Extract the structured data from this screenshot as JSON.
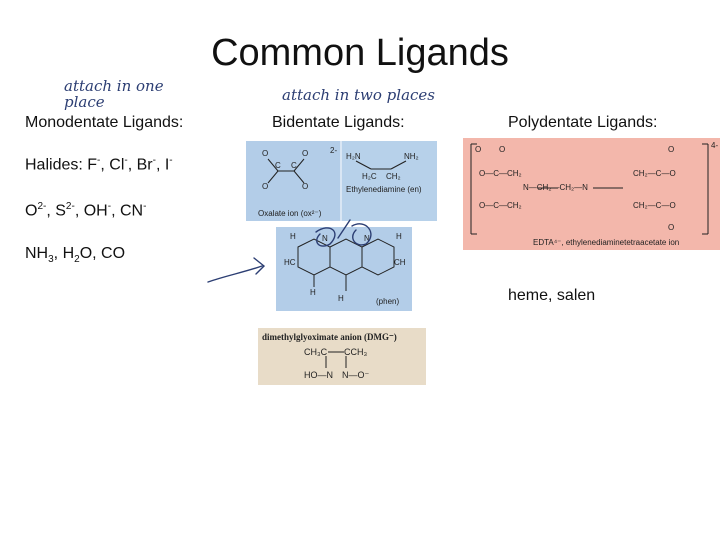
{
  "slide": {
    "title": "Common Ligands",
    "headers": {
      "mono": "Monodentate Ligands:",
      "bi": "Bidentate Ligands:",
      "poly": "Polydentate Ligands:"
    },
    "notes": {
      "mono": "attach in one place",
      "bi": "attach in two places"
    },
    "mono_lines": {
      "halides_prefix": "Halides: F",
      "halides_cl": ", Cl",
      "halides_br": ", Br",
      "halides_i": ", I",
      "charge_minus": "-",
      "o": "O",
      "two_minus": "2-",
      "s": ", S",
      "oh": ", OH",
      "cn": ", CN",
      "nh": "NH",
      "three": "3",
      "h": ", H",
      "two": "2",
      "oco": "O, CO"
    },
    "poly_extra": "heme, salen",
    "captions": {
      "oxalate": "Oxalate ion (ox²⁻)",
      "en": "Ethylenediamine (en)",
      "phen": "(phen)",
      "dmg": "dimethylglyoximate anion (DMG⁻)",
      "edta": "EDTA⁴⁻, ethylenediaminetetraacetate ion"
    },
    "colors": {
      "blue_panel": "#b3cde8",
      "pink_panel": "#f3b7ab",
      "tan_panel": "#e8dcc8",
      "ink": "#2c3e73"
    }
  }
}
